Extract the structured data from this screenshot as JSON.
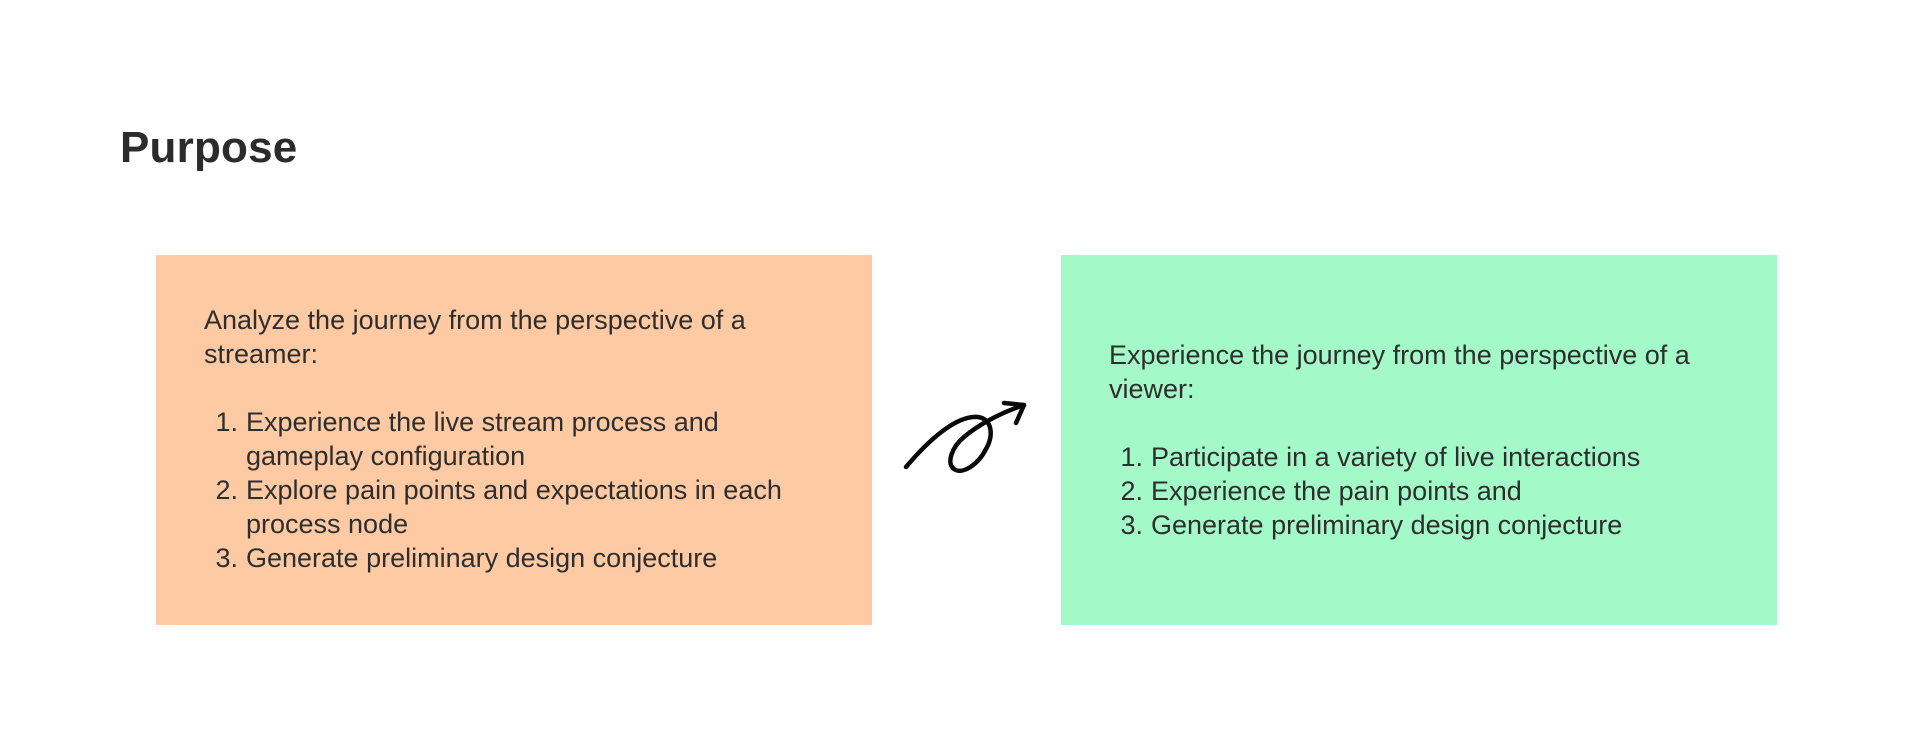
{
  "page": {
    "title": "Purpose"
  },
  "colors": {
    "streamer_card": "#fdcaa4",
    "viewer_card": "#a4f9c8",
    "title_text": "#2b2b2b",
    "connector_stroke": "#0a0a0a"
  },
  "cards": [
    {
      "intro": "Analyze the journey from the perspective of a streamer:",
      "items": [
        {
          "number": "1.",
          "text": "Experience the live stream process and gameplay configuration"
        },
        {
          "number": "2.",
          "text": "Explore pain points and expectations in each process node"
        },
        {
          "number": "3.",
          "text": "Generate preliminary design conjecture"
        }
      ]
    },
    {
      "intro": "Experience the journey from the perspective of a viewer:",
      "items": [
        {
          "number": "1.",
          "text": "Participate in a variety of live interactions"
        },
        {
          "number": "2.",
          "text": "Experience the pain points and"
        },
        {
          "number": "3.",
          "text": "Generate preliminary design conjecture"
        }
      ]
    }
  ],
  "connector": {
    "icon": "hand-drawn-loop-arrow-icon"
  }
}
